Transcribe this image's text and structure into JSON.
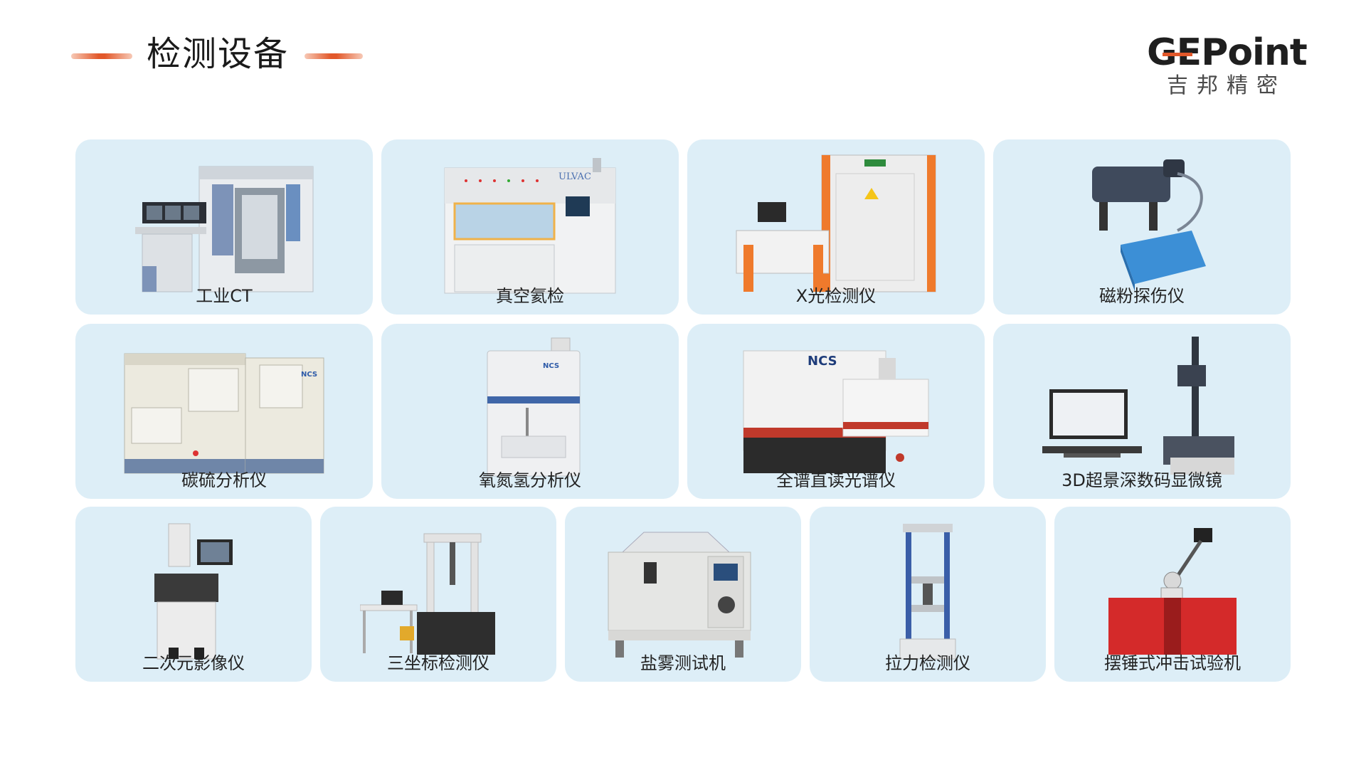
{
  "header": {
    "title": "检测设备",
    "logo_word": "GEPoint",
    "logo_sub": "吉邦精密",
    "accent_color": "#e2582a"
  },
  "card_color": "#ddeef7",
  "equipment": [
    {
      "label": "工业CT"
    },
    {
      "label": "真空氦检"
    },
    {
      "label": "X光检测仪"
    },
    {
      "label": "磁粉探伤仪"
    },
    {
      "label": "碳硫分析仪"
    },
    {
      "label": "氧氮氢分析仪"
    },
    {
      "label": "全谱直读光谱仪"
    },
    {
      "label": "3D超景深数码显微镜"
    },
    {
      "label": "二次元影像仪"
    },
    {
      "label": "三坐标检测仪"
    },
    {
      "label": "盐雾测试机"
    },
    {
      "label": "拉力检测仪"
    },
    {
      "label": "摆锤式冲击试验机"
    }
  ]
}
